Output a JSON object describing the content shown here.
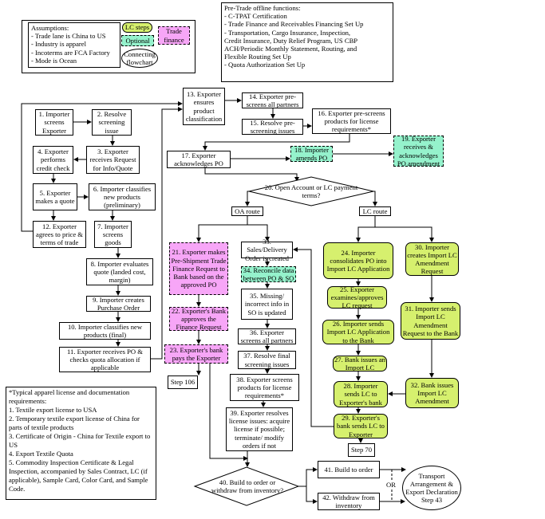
{
  "legend": {
    "assumptions_title": "Assumptions:",
    "assumptions": [
      "- Trade lane is China to US",
      "- Industry is apparel",
      "- Incoterms are FCA Factory",
      "- Mode is Ocean"
    ],
    "lc_steps": "LC steps",
    "optional": "Optional",
    "trade_finance": "Trade finance",
    "connecting": "Connecting flowchart"
  },
  "pretrade": {
    "title": "Pre-Trade offline functions:",
    "items": [
      "- C-TPAT Certification",
      "- Trade Finance and Receivables Financing Set Up",
      "- Transportation, Cargo Insurance, Inspection,",
      "Credit Insurance, Duty Relief Program, US CBP",
      "ACH/Periodic Monthly Statement, Routing, and",
      "Flexible Routing Set Up",
      "- Quota Authorization Set Up"
    ]
  },
  "nodes": {
    "n1": "1. Importer screens Exporter",
    "n2": "2. Resolve screening issue",
    "n3": "3. Exporter receives Request for Info/Quote",
    "n4": "4. Exporter performs credit check",
    "n5": "5. Exporter makes a quote",
    "n6": "6. Importer classifies new products (preliminary)",
    "n7": "7. Importer screens goods",
    "n8": "8. Importer evaluates quote (landed cost, margin)",
    "n9": "9. Importer creates Purchase Order",
    "n10": "10. Importer classifies new products (final)",
    "n11": "11. Exporter receives PO & checks quota allocation if applicable",
    "n12": "12. Exporter agrees to price & terms of trade",
    "n13": "13. Exporter ensures product classification",
    "n14": "14. Exporter pre-screens all partners",
    "n15": "15. Resolve pre-screening issues",
    "n16": "16. Exporter pre-screens products for license requirements*",
    "n17": "17. Exporter acknowledges PO",
    "n18": "18. Importer amends PO",
    "n19": "19. Exporter receives & acknowledges PO amendment",
    "n20": "20. Open Account or LC payment terms?",
    "oa": "OA route",
    "lcr": "LC route",
    "n21": "21. Exporter makes Pre-Shipment Trade Finance Request to Bank based on the approved PO",
    "n22": "22. Exporter's Bank approves the Finance Request",
    "n23": "23. Exporter's bank pays the Exporter",
    "s106": "Step 106",
    "n24": "24. Importer consolidates PO into Import LC Application",
    "n25": "25. Exporter examines/approves LC request",
    "n26": "26. Importer sends Import LC Application to the Bank",
    "n27": "27. Bank issues an Import LC",
    "n28": "28. Importer sends LC to Exporter's bank",
    "n29": "29. Exporter's bank sends LC to Exporter",
    "s70": "Step 70",
    "n30": "30. Importer creates Import LC Amendment Request",
    "n31": "31. Importer sends Import LC Amendment Request to the Bank",
    "n32": "32. Bank issues Import LC Amendment",
    "n33": "33. Sales/Delivery Order is created",
    "n34": "34. Reconcile data between PO & SO",
    "n35": "35. Missing/ incorrect info in SO is updated",
    "n36": "36. Exporter screens all partners",
    "n37": "37. Resolve final screening issues",
    "n38": "38. Exporter screens products for license requirements*",
    "n39": "39. Exporter resolves license issues: acquire license if possible; terminate/ modify orders if not",
    "n40": "40. Build to order or withdraw from inventory?",
    "n41": "41. Build to order",
    "n42": "42. Withdraw from inventory",
    "or": "OR",
    "s43": "Transport Arrangement & Export Declaration Step 43"
  },
  "footnote": {
    "title": "*Typical apparel license and documentation requirements:",
    "items": [
      "1. Textile export license to USA",
      "2. Temporary textile export license of China for parts of textile products",
      "3. Certificate of Origin - China for Textile export to US",
      "4. Export Textile Quota",
      "5. Commodity Inspection Certificate & Legal Inspection, accompanied by Sales Contract, LC (if applicable), Sample Card, Color Card, and Sample Code."
    ]
  },
  "colors": {
    "lc": "#d6f06e",
    "trade_finance": "#f7a6f7",
    "optional": "#95f2cc"
  }
}
